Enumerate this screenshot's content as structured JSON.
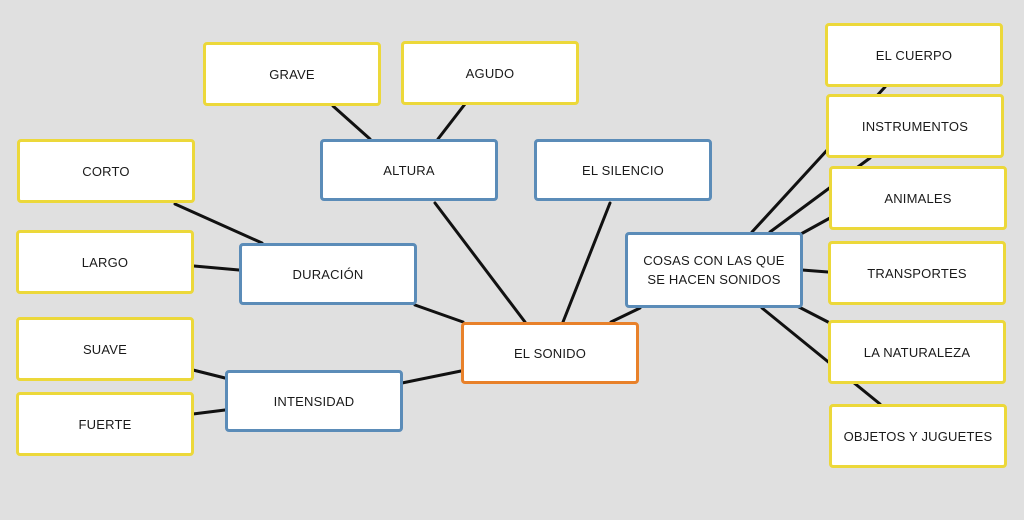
{
  "colors": {
    "background": "#e0e0e0",
    "root_border": "#e8812a",
    "category_border": "#5b8cb8",
    "leaf_border": "#ecd83a",
    "connector": "#111111"
  },
  "root": {
    "label": "EL SONIDO"
  },
  "categories": {
    "altura": {
      "label": "ALTURA",
      "children": {
        "grave": "GRAVE",
        "agudo": "AGUDO"
      }
    },
    "silencio": {
      "label": "EL SILENCIO"
    },
    "duracion": {
      "label": "DURACIÓN",
      "children": {
        "corto": "CORTO",
        "largo": "LARGO"
      }
    },
    "intensidad": {
      "label": "INTENSIDAD",
      "children": {
        "suave": "SUAVE",
        "fuerte": "FUERTE"
      }
    },
    "cosas": {
      "label": "COSAS CON LAS QUE\nSE HACEN SONIDOS",
      "children": {
        "cuerpo": "EL CUERPO",
        "instrumentos": "INSTRUMENTOS",
        "animales": "ANIMALES",
        "transportes": "TRANSPORTES",
        "naturaleza": "LA NATURALEZA",
        "objetos": "OBJETOS Y JUGUETES"
      }
    }
  }
}
